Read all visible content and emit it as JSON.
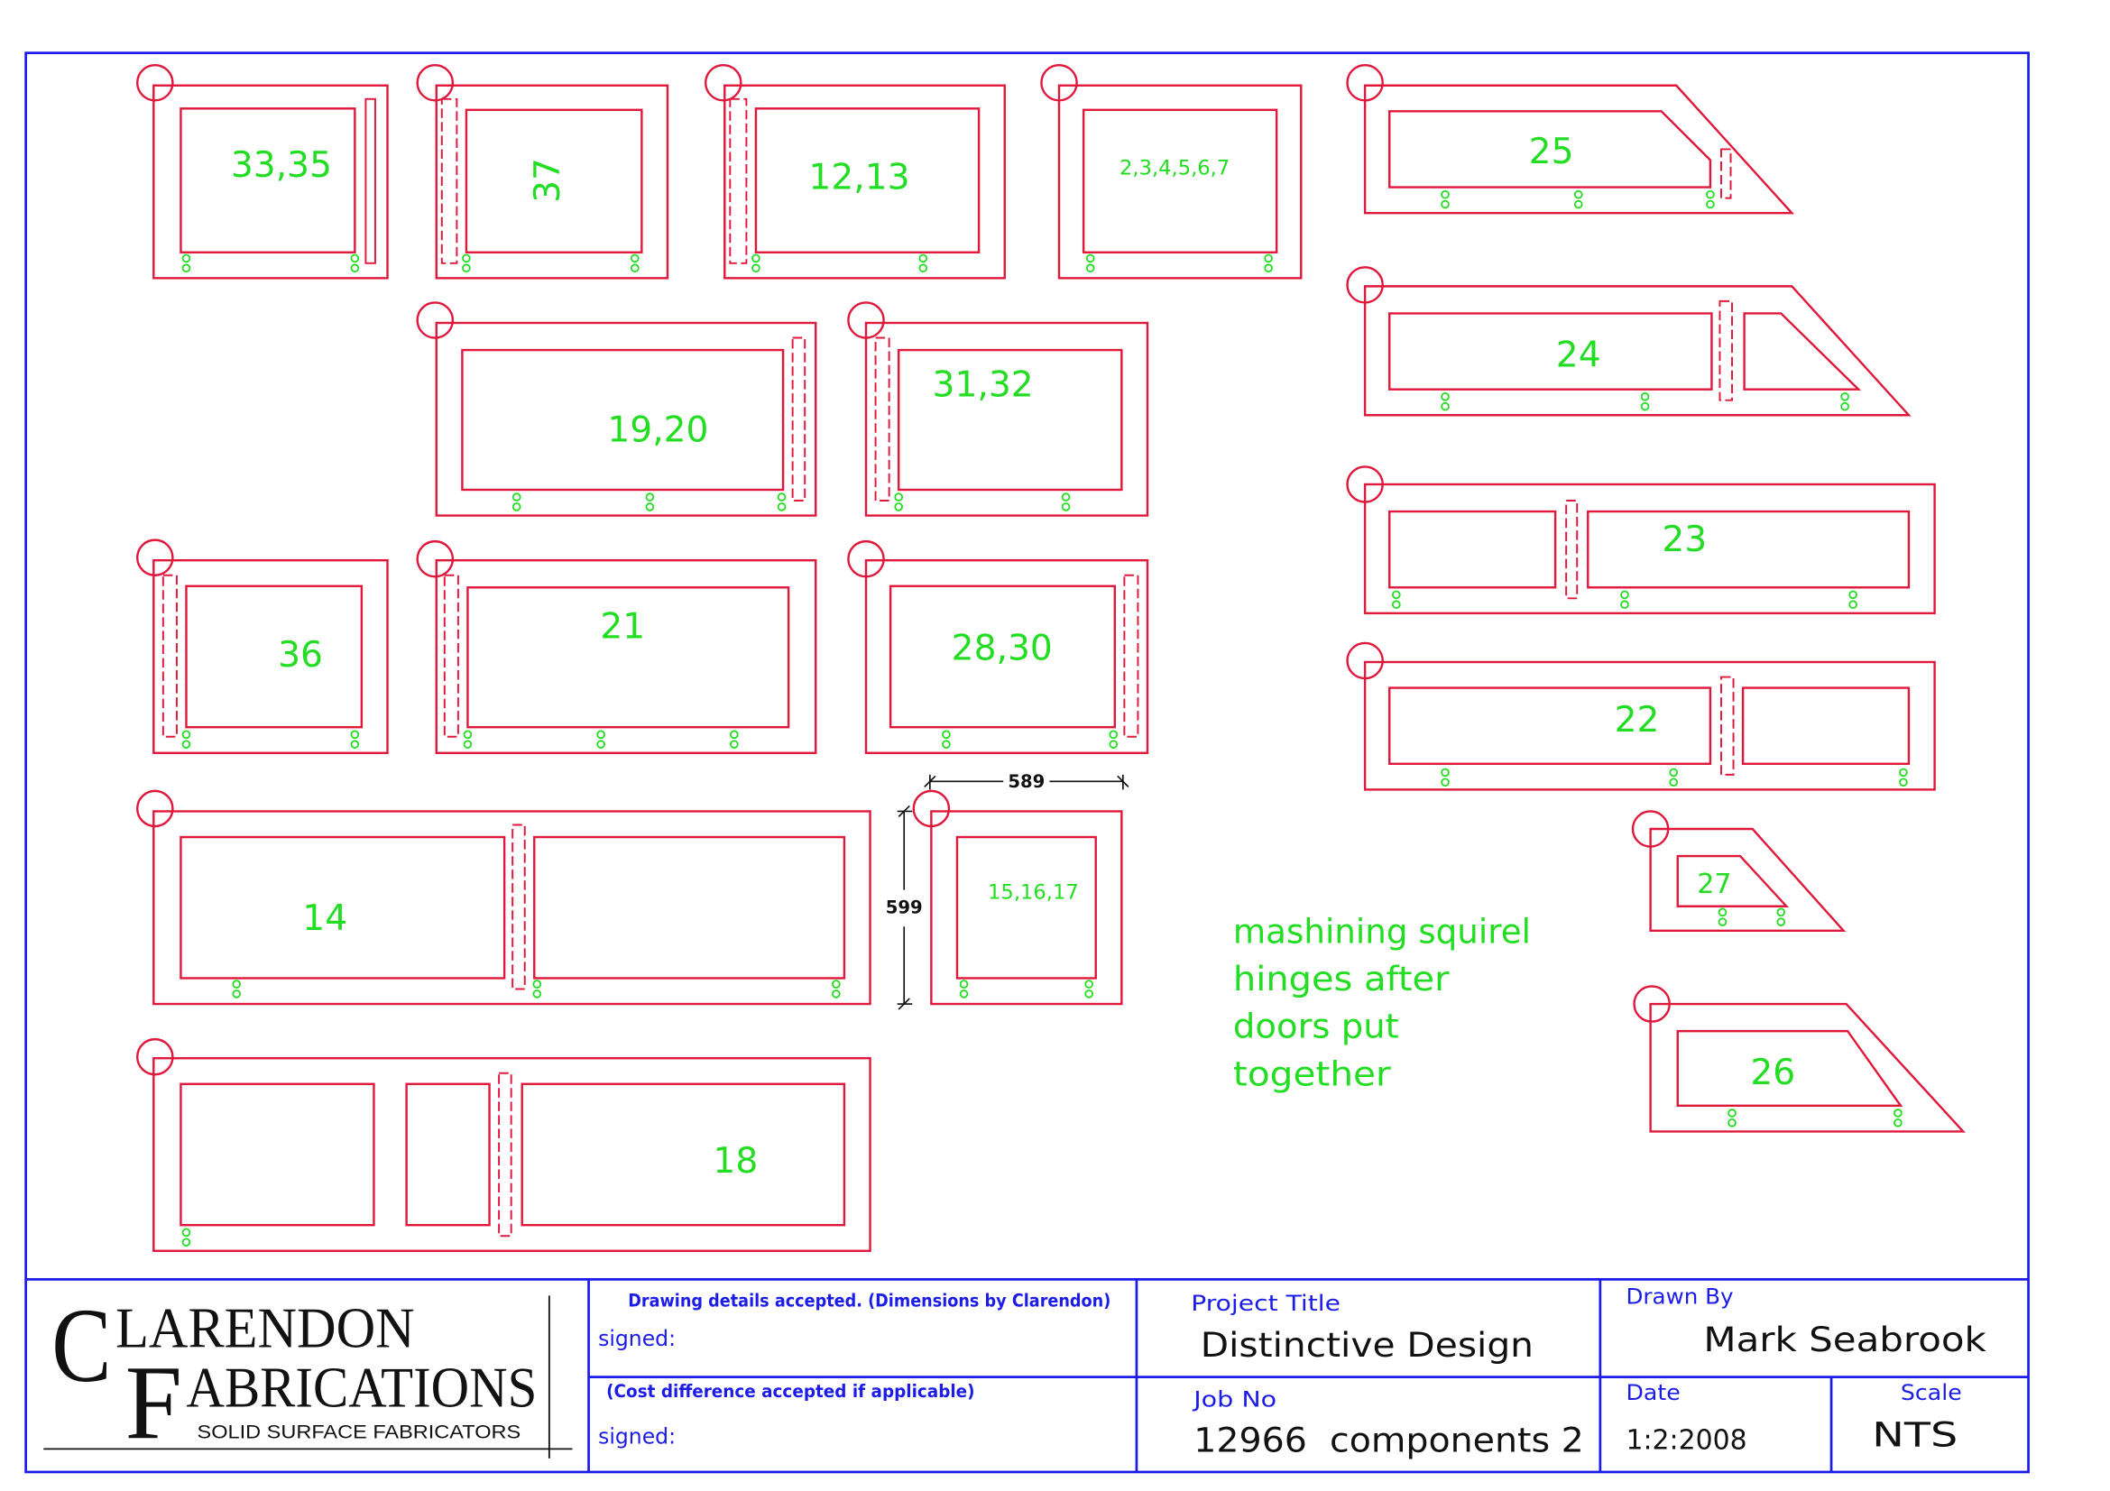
{
  "colors": {
    "outline": "#e0183c",
    "label": "#22dd22",
    "frame": "#1c1ce8",
    "ink": "#111111"
  },
  "drawing": {
    "components": [
      {
        "label": "33,35"
      },
      {
        "label": "37"
      },
      {
        "label": "12,13"
      },
      {
        "label": "2,3,4,5,6,7"
      },
      {
        "label": "25"
      },
      {
        "label": "19,20"
      },
      {
        "label": "31,32"
      },
      {
        "label": "24"
      },
      {
        "label": "23"
      },
      {
        "label": "36"
      },
      {
        "label": "21"
      },
      {
        "label": "28,30"
      },
      {
        "label": "22"
      },
      {
        "label": "14"
      },
      {
        "label": "15,16,17"
      },
      {
        "label": "18"
      },
      {
        "label": "27"
      },
      {
        "label": "26"
      }
    ],
    "dimensions": {
      "width": "589",
      "height": "599"
    },
    "note_lines": [
      "mashining squirel",
      "hinges after",
      "doors put",
      "together"
    ]
  },
  "title_block": {
    "logo": {
      "initial_1": "C",
      "word_1": "LARENDON",
      "initial_2": "F",
      "word_2": "ABRICATIONS",
      "tagline": "SOLID SURFACE FABRICATORS"
    },
    "approval": {
      "accepted": "Drawing details accepted. (Dimensions by Clarendon)",
      "signed_1": "signed:",
      "cost": "(Cost difference accepted if applicable)",
      "signed_2": "signed:"
    },
    "project_title_label": "Project Title",
    "project_title": "Distinctive Design",
    "job_no_label": "Job No",
    "job_no": "12966  components 2",
    "drawn_by_label": "Drawn By",
    "drawn_by": "Mark Seabrook",
    "date_label": "Date",
    "date": "1:2:2008",
    "scale_label": "Scale",
    "scale": "NTS"
  }
}
